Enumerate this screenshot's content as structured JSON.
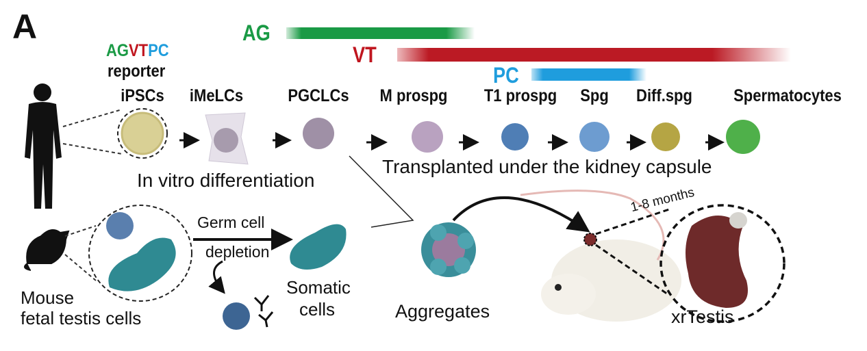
{
  "panel_label": "A",
  "reporter": {
    "ag": "AG",
    "vt": "VT",
    "pc": "PC",
    "line2": "reporter"
  },
  "markers": [
    {
      "label": "AG",
      "color": "#1a9a45"
    },
    {
      "label": "VT",
      "color": "#c0161f"
    },
    {
      "label": "PC",
      "color": "#1f9ddd"
    }
  ],
  "stages": [
    "iPSCs",
    "iMeLCs",
    "PGCLCs",
    "M prospg",
    "T1 prospg",
    "Spg",
    "Diff.spg",
    "Spermatocytes"
  ],
  "captions": {
    "in_vitro": "In vitro differentiation",
    "transplanted": "Transplanted under the kidney capsule",
    "mouse_cells_1": "Mouse",
    "mouse_cells_2": "fetal testis cells",
    "depletion_1": "Germ cell",
    "depletion_2": "depletion",
    "somatic_1": "Somatic",
    "somatic_2": "cells",
    "aggregates": "Aggregates",
    "duration": "1-8 months",
    "xrtestis": "xrTestis"
  }
}
